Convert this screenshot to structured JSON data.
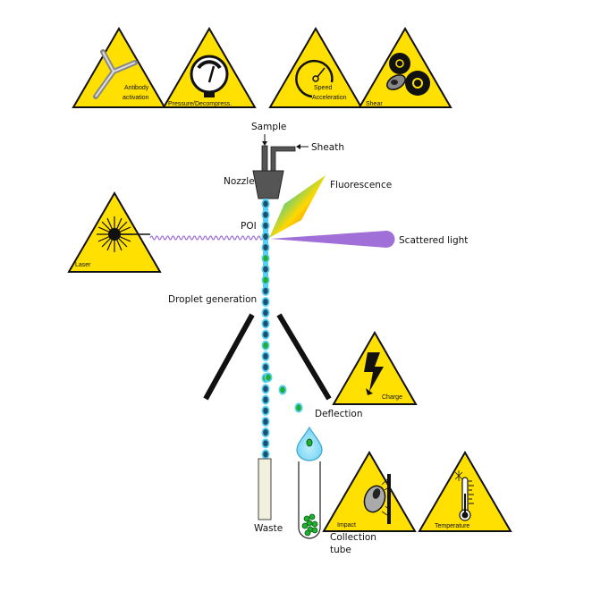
{
  "title": "Cell sorting process and associated stresses",
  "colors": {
    "hazard_fill": "#ffe000",
    "hazard_stroke": "#111111",
    "stream": "#55d0f5",
    "droplet_dark": "#1d4f6e",
    "droplet_green": "#1fae2e",
    "scatter": "#a070d8",
    "laser_wave": "#a070d8",
    "nozzle": "#555555",
    "waste_tube": "#f0f0dc"
  },
  "hazards": [
    {
      "id": "antibody",
      "label_lines": [
        "Antibody",
        "activation"
      ],
      "icon": "antibody-icon"
    },
    {
      "id": "pressure",
      "label_lines": [
        "Pressure/Decompress."
      ],
      "icon": "pressure-gauge-icon"
    },
    {
      "id": "speed",
      "label_lines": [
        "Speed",
        "Acceleration"
      ],
      "icon": "speedometer-icon"
    },
    {
      "id": "shear",
      "label_lines": [
        "Shear"
      ],
      "icon": "gears-icon"
    },
    {
      "id": "laser",
      "label_lines": [
        "Laser"
      ],
      "icon": "laser-burst-icon"
    },
    {
      "id": "charge",
      "label_lines": [
        "Charge"
      ],
      "icon": "lightning-icon"
    },
    {
      "id": "impact",
      "label_lines": [
        "Impact"
      ],
      "icon": "cell-impact-icon"
    },
    {
      "id": "temperature",
      "label_lines": [
        "Temperature"
      ],
      "icon": "thermometer-icon"
    }
  ],
  "labels": {
    "sample": "Sample",
    "sheath": "Sheath",
    "nozzle": "Nozzle",
    "fluorescence": "Fluorescence",
    "poi": "POI",
    "scattered_light": "Scattered light",
    "droplet_generation": "Droplet generation",
    "deflection": "Deflection",
    "waste": "Waste",
    "collection_tube_line1": "Collection",
    "collection_tube_line2": "tube"
  },
  "stream_droplets": [
    "dark",
    "dark",
    "dark",
    "dark",
    "dark",
    "green",
    "dark",
    "green",
    "dark",
    "dark",
    "dark",
    "dark",
    "dark",
    "green",
    "dark",
    "dark",
    "green",
    "dark",
    "dark",
    "dark",
    "dark",
    "dark",
    "dark",
    "dark"
  ],
  "deflected_droplets": [
    "green",
    "green",
    "green"
  ]
}
